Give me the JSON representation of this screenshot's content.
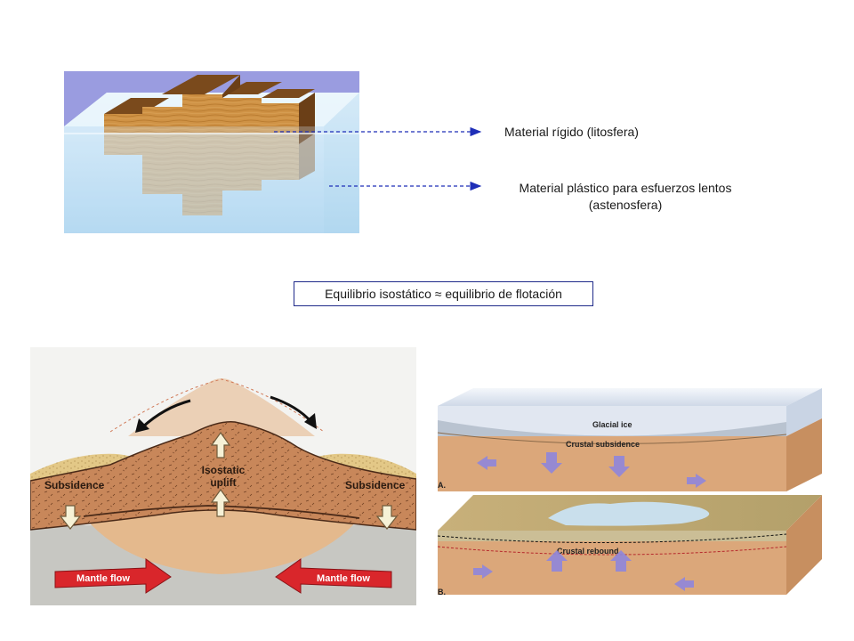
{
  "top_diagram": {
    "label_lithosphere": "Material rígido (litosfera)",
    "label_asthenosphere_line1": "Material plástico para esfuerzos lentos",
    "label_asthenosphere_line2": "(astenosfera)"
  },
  "caption": "Equilibrio isostático ≈ equilibrio de flotación",
  "mountain_panel": {
    "uplift_label_line1": "Isostatic",
    "uplift_label_line2": "uplift",
    "subsidence_left": "Subsidence",
    "subsidence_right": "Subsidence",
    "mantle_flow_left": "Mantle flow",
    "mantle_flow_right": "Mantle flow"
  },
  "glacial_panel": {
    "block_a": {
      "glacial_ice": "Glacial ice",
      "crustal_subsidence": "Crustal subsidence",
      "letter": "A."
    },
    "block_b": {
      "crustal_rebound": "Crustal rebound",
      "letter": "B."
    }
  },
  "colors": {
    "arrow_line": "#1f2fb8",
    "caption_border": "#1f2a8a",
    "water": "#c9e6f5",
    "wood": "#c98a3a",
    "mantle": "#c7c7c2",
    "crust": "#c98b5e",
    "mantle_arrow": "#d9262b",
    "flow_arrow": "#8f86dc"
  }
}
